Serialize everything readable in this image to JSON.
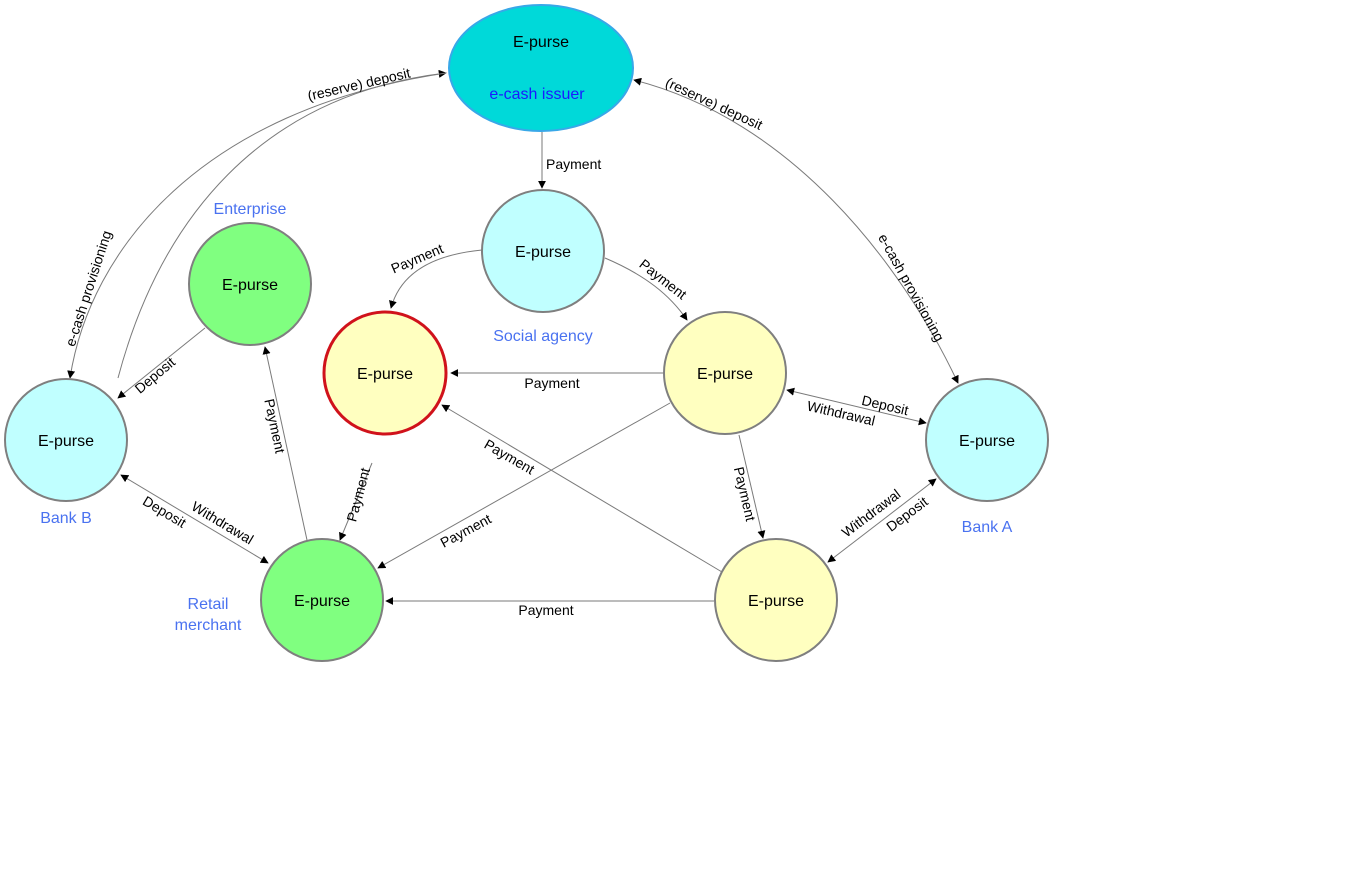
{
  "colors": {
    "issuer_fill": "#00d9d9",
    "issuer_stroke": "#38a8e8",
    "cyan_fill": "#c0ffff",
    "yellow_fill": "#ffffc0",
    "green_fill": "#80ff80",
    "node_stroke": "#7f7f7f",
    "highlight_stroke": "#d0121b",
    "role_text": "#4a72f0",
    "issuer_sub_text": "#1a1aff"
  },
  "nodes": {
    "issuer": {
      "label": "E-purse",
      "sublabel": "e-cash issuer"
    },
    "social": {
      "label": "E-purse",
      "role": "Social agency"
    },
    "enterprise": {
      "label": "E-purse",
      "role": "Enterprise"
    },
    "red": {
      "label": "E-purse"
    },
    "yellow_right": {
      "label": "E-purse"
    },
    "bank_b": {
      "label": "E-purse",
      "role": "Bank B"
    },
    "bank_a": {
      "label": "E-purse",
      "role": "Bank A"
    },
    "retail": {
      "label": "E-purse",
      "role_line1": "Retail",
      "role_line2": "merchant"
    },
    "yellow_bottom": {
      "label": "E-purse"
    }
  },
  "edges": {
    "issuer_to_social": "Payment",
    "bankb_to_issuer": "(reserve) deposit",
    "issuer_to_bankb": "e-cash provisioning",
    "banka_to_issuer": "(reserve) deposit",
    "issuer_to_banka": "e-cash provisioning",
    "social_to_red": "Payment",
    "social_to_yellowright": "Payment",
    "yellowright_to_red": "Payment",
    "enterprise_to_bankb": "Deposit",
    "retail_to_enterprise": "Payment",
    "red_to_retail": "Payment",
    "yellowright_to_retail": "Payment",
    "yellowbottom_to_red": "Payment",
    "yellowright_to_yellowbottom": "Payment",
    "yellowbottom_to_retail": "Payment",
    "bankb_retail_deposit": "Deposit",
    "bankb_retail_withdrawal": "Withdrawal",
    "yellowright_banka_deposit": "Deposit",
    "yellowright_banka_withdrawal": "Withdrawal",
    "banka_yellowbottom_withdrawal": "Withdrawal",
    "banka_yellowbottom_deposit": "Deposit"
  }
}
